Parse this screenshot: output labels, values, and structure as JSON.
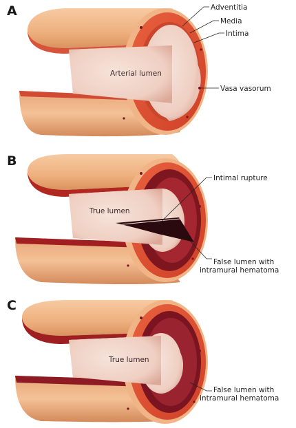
{
  "panels": [
    {
      "letter": "A",
      "lumen_label": "Arterial lumen",
      "labels": {
        "adventitia": "Adventitia",
        "media": "Media",
        "intima": "Intima",
        "vasa": "Vasa vasorum"
      }
    },
    {
      "letter": "B",
      "lumen_label": "True lumen",
      "labels": {
        "rupture": "Intimal rupture",
        "false_l1": "False lumen with",
        "false_l2": "intramural hematoma"
      }
    },
    {
      "letter": "C",
      "lumen_label": "True lumen",
      "labels": {
        "false_l1": "False lumen with",
        "false_l2": "intramural hematoma"
      }
    }
  ],
  "colors": {
    "adventitia": "#f2b98e",
    "adventitia_dark": "#d48a5a",
    "media": "#e0553a",
    "intima_dark": "#7a1420",
    "lumen": "#f3d8cc",
    "lumen_shadow": "#e2b8a8",
    "hematoma": "#8e1b24"
  }
}
